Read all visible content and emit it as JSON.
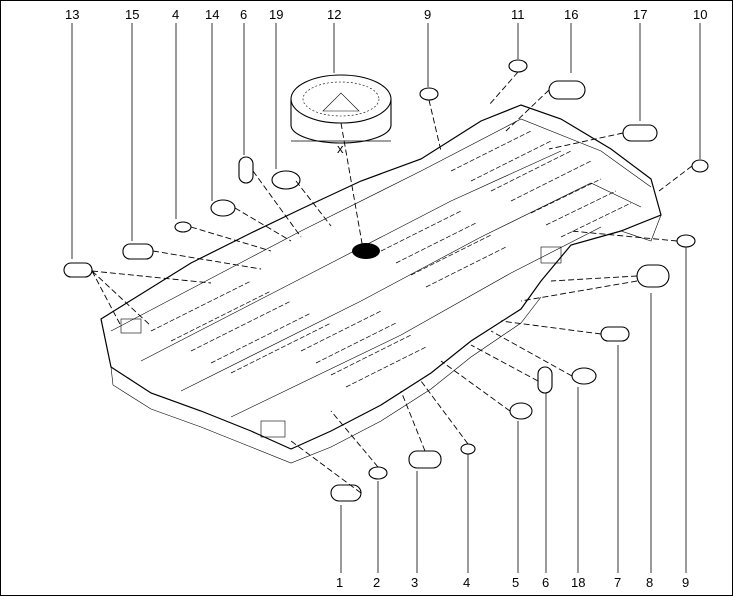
{
  "diagram": {
    "top_labels": [
      "13",
      "15",
      "4",
      "14",
      "6",
      "19",
      "12",
      "9",
      "11",
      "16",
      "17",
      "10"
    ],
    "bottom_labels": [
      "1",
      "2",
      "3",
      "4",
      "5",
      "6",
      "18",
      "7",
      "8",
      "9"
    ],
    "dimension_label": "x"
  }
}
